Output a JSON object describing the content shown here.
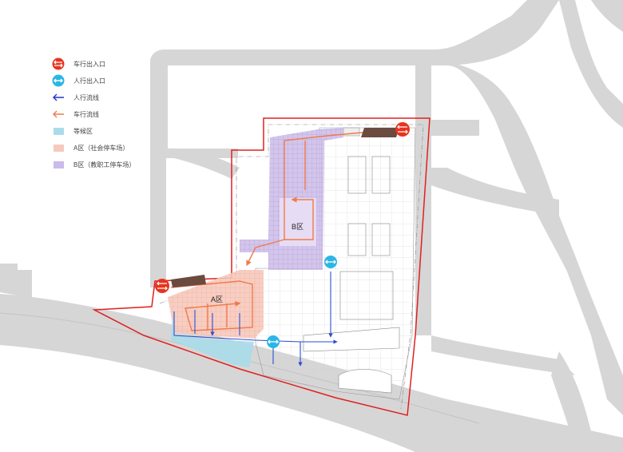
{
  "legend": [
    {
      "label": "车行出入口",
      "icon": "vehicle-entrance-icon",
      "color": "#e8331f"
    },
    {
      "label": "人行出入口",
      "icon": "pedestrian-entrance-icon",
      "color": "#2bb6e6"
    },
    {
      "label": "人行流线",
      "icon": "pedestrian-flow-arrow-icon",
      "color": "#2233cc"
    },
    {
      "label": "车行流线",
      "icon": "vehicle-flow-arrow-icon",
      "color": "#f07a4a"
    },
    {
      "label": "等候区",
      "icon": "waiting-area-swatch",
      "color": "#a9dcea"
    },
    {
      "label": "A区（社会停车场）",
      "icon": "zone-a-swatch",
      "color": "#f7c9bd"
    },
    {
      "label": "B区（教职工停车场）",
      "icon": "zone-b-swatch",
      "color": "#cbbbe8"
    }
  ],
  "zones": {
    "a_label": "A区",
    "b_label": "B区"
  },
  "colors": {
    "road": "#d6d6d6",
    "site_boundary": "#e02020",
    "zone_a": "#f7c9bd",
    "zone_b": "#cbbbe8",
    "waiting": "#a9dcea",
    "vehicle_flow": "#f07a4a",
    "pedestrian_flow": "#2a4fd0"
  }
}
